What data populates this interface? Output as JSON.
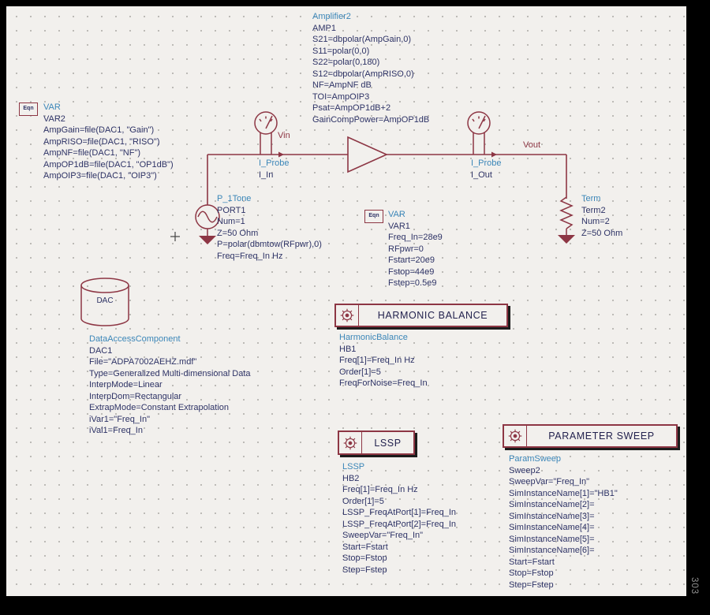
{
  "page": {
    "footer_note": "303"
  },
  "colors": {
    "canvas_bg": "#f2f0ed",
    "grid_dot": "#b8b6b2",
    "symbol_maroon": "#8d3644",
    "header_blue": "#3b86b8",
    "param_navy": "#2e3366",
    "box_shadow": "#1c1c1c"
  },
  "components": {
    "amplifier": {
      "header": "Amplifier2",
      "params": [
        "AMP1",
        "S21=dbpolar(AmpGain,0)",
        "S11=polar(0,0)",
        "S22=polar(0,180)",
        "S12=dbpolar(AmpRISO,0)",
        "NF=AmpNF dB",
        "TOI=AmpOIP3",
        "Psat=AmpOP1dB+2",
        "GainCompPower=AmpOP1dB"
      ]
    },
    "var2": {
      "icon_label": "Eqn",
      "header": "VAR",
      "params": [
        "VAR2",
        "AmpGain=file(DAC1, \"Gain\")",
        "AmpRISO=file(DAC1, \"RISO\")",
        "AmpNF=file(DAC1, \"NF\")",
        "AmpOP1dB=file(DAC1, \"OP1dB\")",
        "AmpOIP3=file(DAC1, \"OIP3\")"
      ]
    },
    "var1": {
      "icon_label": "Eqn",
      "header": "VAR",
      "params": [
        "VAR1",
        "Freq_In=28e9",
        "RFpwr=0",
        "Fstart=20e9",
        "Fstop=44e9",
        "Fstep=0.5e9"
      ]
    },
    "port1": {
      "header": "P_1Tone",
      "params": [
        "PORT1",
        "Num=1",
        "Z=50 Ohm",
        "P=polar(dbmtow(RFpwr),0)",
        "Freq=Freq_In Hz"
      ]
    },
    "term2": {
      "header": "Term",
      "params": [
        "Term2",
        "Num=2",
        "Z=50 Ohm"
      ]
    },
    "probe_in": {
      "header": "I_Probe",
      "params": [
        "I_In"
      ]
    },
    "probe_out": {
      "header": "I_Probe",
      "params": [
        "I_Out"
      ]
    },
    "dac": {
      "symbol_label": "DAC",
      "header": "DataAccessComponent",
      "params": [
        "DAC1",
        "File=\"ADPA7002AEHZ.mdf\"",
        "Type=Generalized Multi-dimensional Data",
        "InterpMode=Linear",
        "InterpDom=Rectangular",
        "ExtrapMode=Constant Extrapolation",
        "iVar1=\"Freq_In\"",
        "iVal1=Freq_In"
      ]
    },
    "hb": {
      "box_title": "HARMONIC BALANCE",
      "header": "HarmonicBalance",
      "params": [
        "HB1",
        "Freq[1]=Freq_In Hz",
        "Order[1]=5",
        "FreqForNoise=Freq_In"
      ]
    },
    "lssp": {
      "box_title": "LSSP",
      "header": "LSSP",
      "params": [
        "HB2",
        "Freq[1]=Freq_In Hz",
        "Order[1]=5",
        "LSSP_FreqAtPort[1]=Freq_In",
        "LSSP_FreqAtPort[2]=Freq_In",
        "SweepVar=\"Freq_In\"",
        "Start=Fstart",
        "Stop=Fstop",
        "Step=Fstep"
      ]
    },
    "sweep": {
      "box_title": "PARAMETER SWEEP",
      "header": "ParamSweep",
      "params": [
        "Sweep2",
        "SweepVar=\"Freq_In\"",
        "SimInstanceName[1]=\"HB1\"",
        "SimInstanceName[2]=",
        "SimInstanceName[3]=",
        "SimInstanceName[4]=",
        "SimInstanceName[5]=",
        "SimInstanceName[6]=",
        "Start=Fstart",
        "Stop=Fstop",
        "Step=Fstep"
      ]
    }
  },
  "net_labels": {
    "vin": "Vin",
    "vout": "Vout"
  }
}
